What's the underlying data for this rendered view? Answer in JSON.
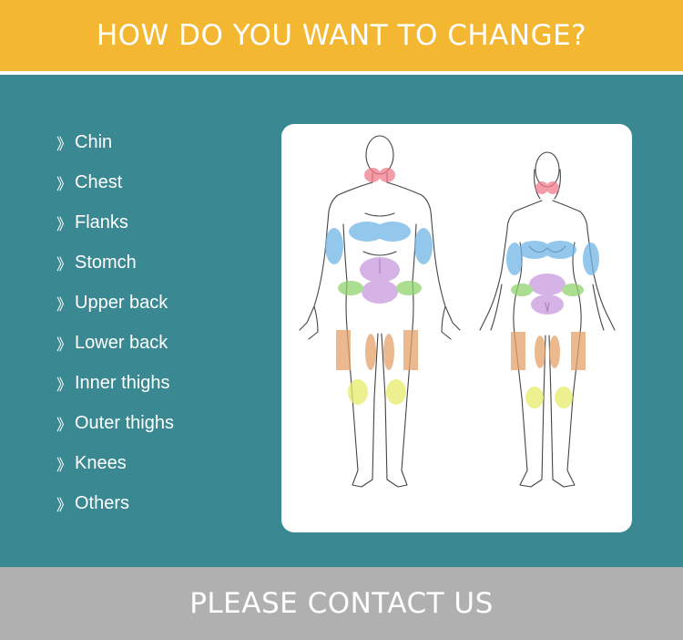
{
  "header": {
    "title": "HOW DO YOU WANT TO CHANGE?"
  },
  "areas": {
    "chevron_glyph": "》",
    "items": [
      "Chin",
      "Chest",
      "Flanks",
      "Stomch",
      "Upper back",
      "Lower back",
      "Inner thighs",
      "Outer thighs",
      "Knees",
      "Others"
    ]
  },
  "footer": {
    "cta": "PLEASE CONTACT US"
  },
  "colors": {
    "header_bg": "#f4b731",
    "main_bg": "#3a8892",
    "footer_bg": "#b0b0b0",
    "chin_zone": "#f07b8a",
    "chest_zone": "#6fb6e6",
    "stomach_zone": "#c79ae0",
    "flank_zone": "#8fd36b",
    "thigh_zone": "#e6a26a",
    "knee_zone": "#e8ec6a"
  }
}
